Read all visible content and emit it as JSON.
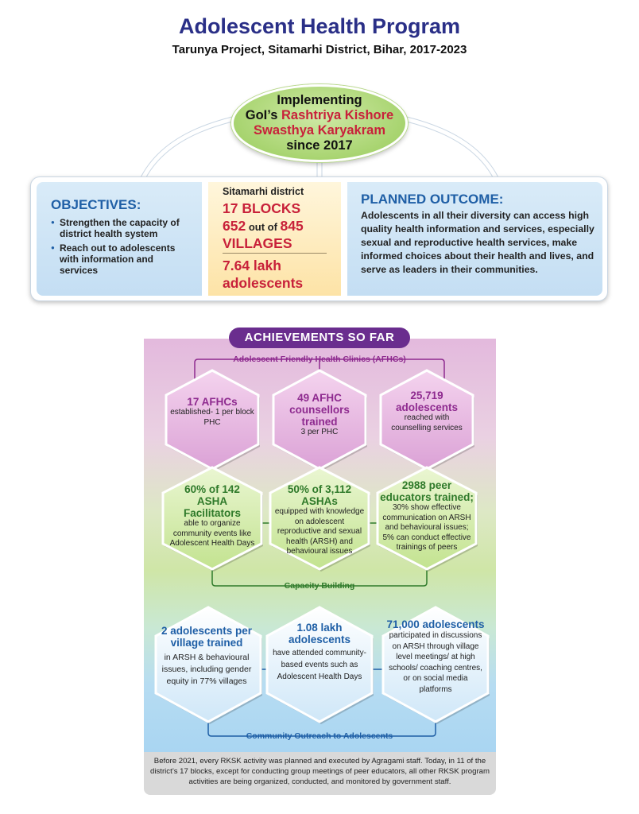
{
  "header": {
    "title": "Adolescent Health Program",
    "subtitle": "Tarunya Project, Sitamarhi District, Bihar, 2017-2023"
  },
  "implementing": {
    "line1": "Implementing",
    "line2_prefix": "GoI’s ",
    "line2_red": "Rashtriya Kishore",
    "line3_red": "Swasthya  Karyakram",
    "line4": "since 2017"
  },
  "objectives": {
    "heading": "OBJECTIVES:",
    "items": [
      "Strengthen the capacity of district health system",
      "Reach out to adolescents with information and services"
    ]
  },
  "district": {
    "label": "Sitamarhi district",
    "blocks": "17 BLOCKS",
    "villages_num": "652",
    "villages_mid": " out of ",
    "villages_total": "845",
    "villages_word": "VILLAGES",
    "adolescents_num": "7.64 lakh",
    "adolescents_word": "adolescents"
  },
  "outcome": {
    "heading": "PLANNED OUTCOME:",
    "text": "Adolescents in all their diversity can access high quality health information and services, especially sexual and reproductive health services, make informed choices about their health and lives, and serve as leaders in their communities."
  },
  "achievements": {
    "title": "ACHIEVEMENTS SO FAR",
    "groups": [
      {
        "label": "Adolescent Friendly Health Clinics (AFHCs)",
        "color": "#8e2a8f",
        "items": [
          {
            "big": "17 AFHCs",
            "small": "established- 1 per block PHC"
          },
          {
            "big": "49 AFHC counsellors trained",
            "small": "3 per PHC"
          },
          {
            "big": "25,719 adolescents",
            "small": "reached with counselling services"
          }
        ]
      },
      {
        "label": "Capacity Building",
        "color": "#2f7a2a",
        "items": [
          {
            "big": "60% of 142 ASHA Facilitators",
            "small": "able to organize community events like Adolescent Health Days"
          },
          {
            "big": "50% of 3,112 ASHAs",
            "small": "equipped with knowledge on adolescent reproductive and sexual health (ARSH) and behavioural issues"
          },
          {
            "big": "2988 peer educators trained;",
            "small": "30% show effective communication on ARSH and behavioural issues; 5% can conduct effective trainings of peers"
          }
        ]
      },
      {
        "label": "Community Outreach to Adolescents",
        "color": "#1f5fa6",
        "items": [
          {
            "big": "2 adolescents per village trained",
            "small": "in ARSH & behavioural issues, including gender equity in 77% villages"
          },
          {
            "big": "1.08 lakh adolescents",
            "small": "have attended community- based events such as Adolescent Health Days"
          },
          {
            "big": "71,000 adolescents",
            "small": "participated in discussions on ARSH through village level meetings/ at high schools/ coaching centres, or on social media platforms"
          }
        ]
      }
    ],
    "footnote": "Before 2021, every RKSK activity was planned and executed by Agragami staff. Today, in 11 of the district’s 17 blocks, except for conducting group meetings of peer educators, all other RKSK program activities are being organized, conducted, and monitored by government staff."
  }
}
